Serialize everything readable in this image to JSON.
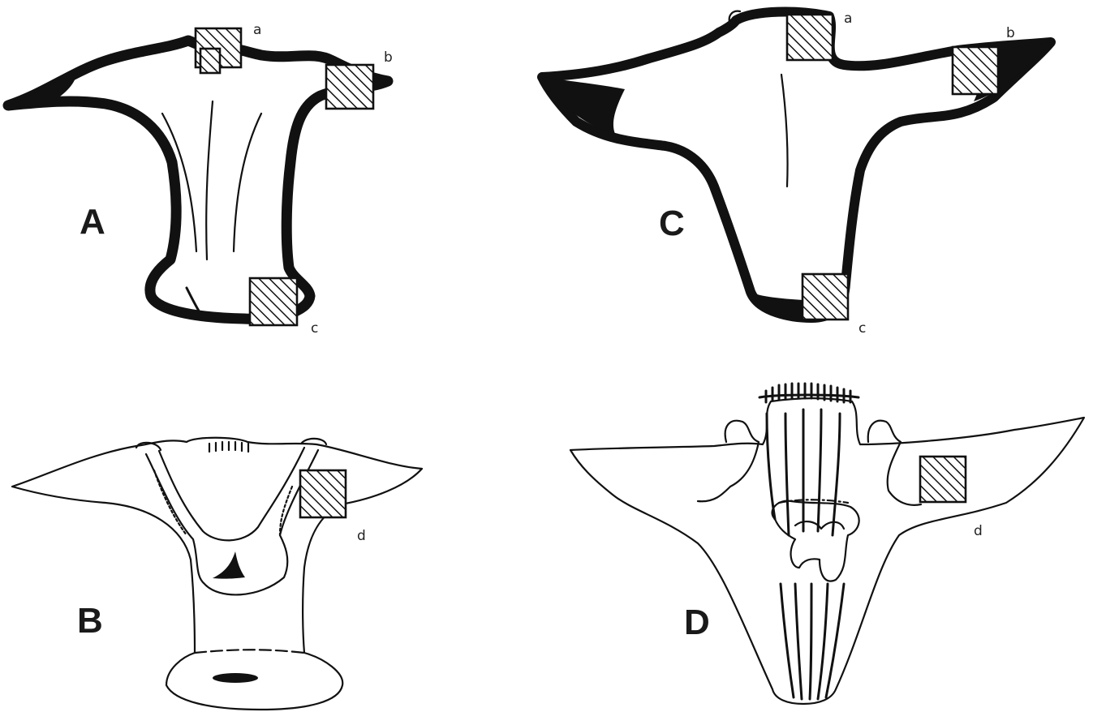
{
  "panels": {
    "A": {
      "letter": "A",
      "regions": {
        "a": "a",
        "b": "b",
        "c": "c"
      }
    },
    "B": {
      "letter": "B",
      "regions": {
        "d": "d"
      }
    },
    "C": {
      "letter": "C",
      "regions": {
        "a": "a",
        "b": "b",
        "c": "c"
      }
    },
    "D": {
      "letter": "D",
      "regions": {
        "d": "d"
      }
    }
  },
  "colors": {
    "ink": "#111111",
    "background": "#ffffff"
  }
}
